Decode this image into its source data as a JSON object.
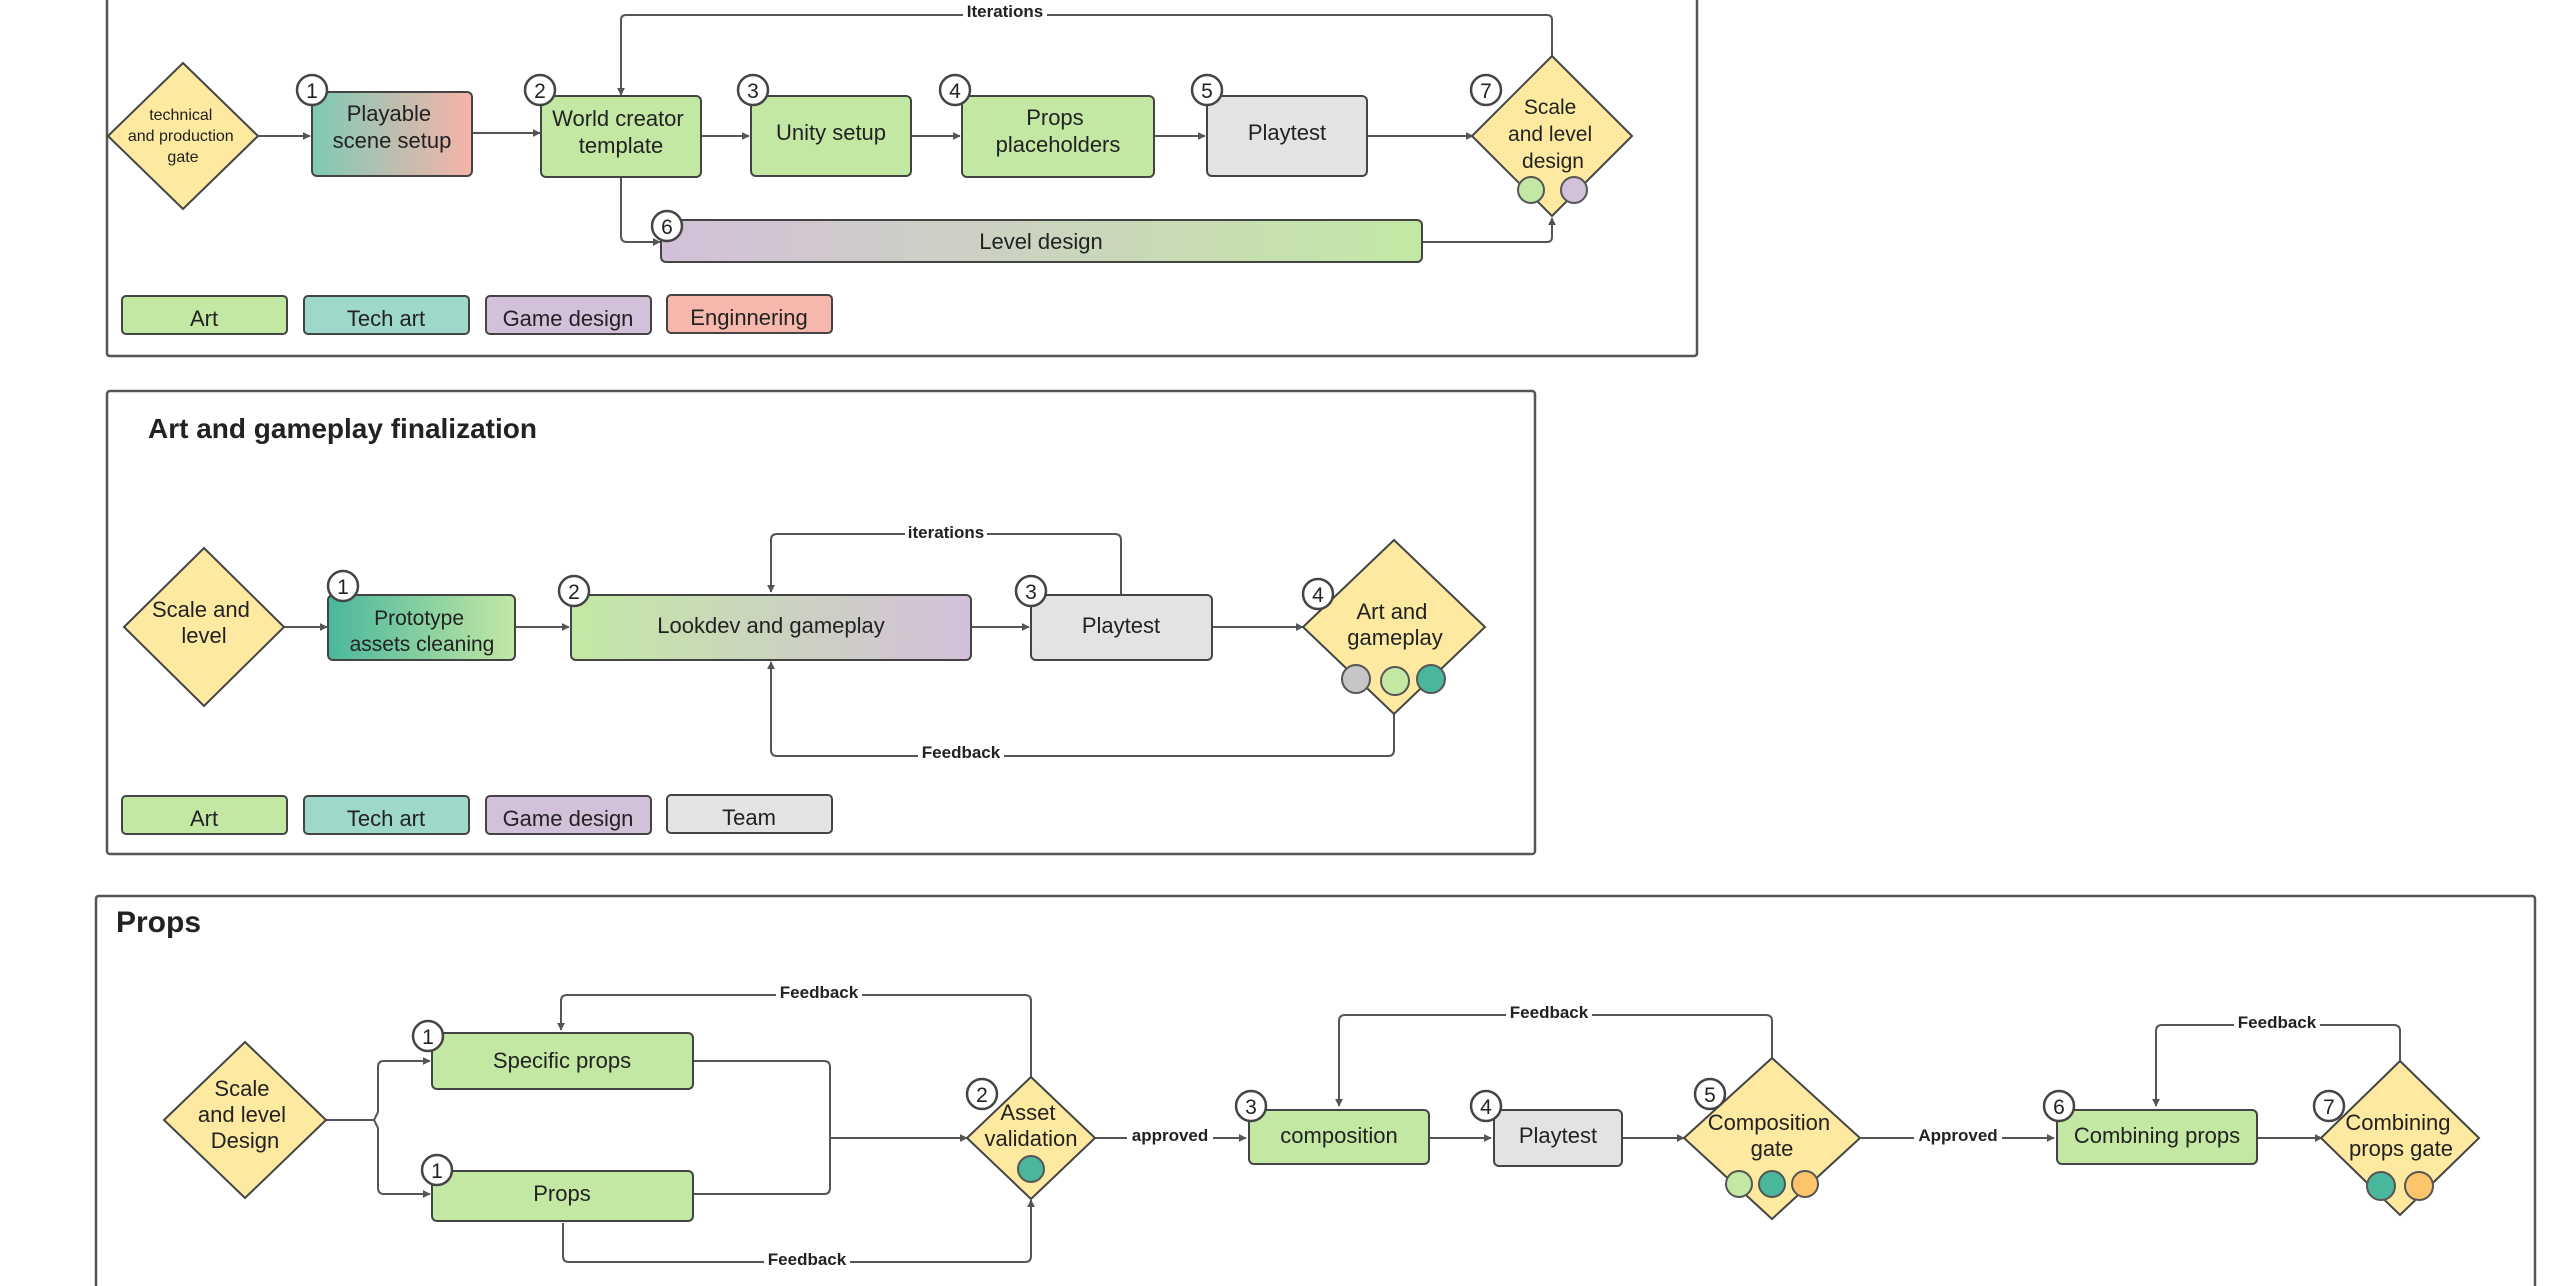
{
  "colors": {
    "art": "#c3e8a4",
    "tech_art": "#9ed8cb",
    "game_design": "#d3c0d9",
    "engineering": "#f6b7ad",
    "team": "#e3e3e3",
    "gate": "#fde9a0",
    "teal": "#4ab79c",
    "orange": "#fcc46b",
    "grey": "#c6c6c6",
    "line": "#555555"
  },
  "sections": {
    "top": {
      "nodes": {
        "gate_start": [
          "technical",
          "and production",
          "gate"
        ],
        "playable": [
          "Playable",
          "scene setup"
        ],
        "world_creator": [
          "World creator",
          "template"
        ],
        "unity": [
          "Unity setup"
        ],
        "props_placeholders": [
          "Props",
          "placeholders"
        ],
        "playtest": [
          "Playtest"
        ],
        "scale_gate": [
          "Scale",
          "and level",
          "design"
        ],
        "level_design": [
          "Level design"
        ]
      },
      "numbers": {
        "playable": "1",
        "world_creator": "2",
        "unity": "3",
        "props_placeholders": "4",
        "playtest": "5",
        "level_design": "6",
        "scale_gate": "7"
      },
      "edge_labels": {
        "iterations": "Iterations"
      },
      "legend": [
        "Art",
        "Tech art",
        "Game design",
        "Enginnering"
      ]
    },
    "finalization": {
      "title": "Art and gameplay finalization",
      "nodes": {
        "gate_start": [
          "Scale and",
          "level"
        ],
        "prototype": [
          "Prototype",
          "assets cleaning"
        ],
        "lookdev": [
          "Lookdev and gameplay"
        ],
        "playtest": [
          "Playtest"
        ],
        "gate_end": [
          "Art and",
          "gameplay"
        ]
      },
      "numbers": {
        "prototype": "1",
        "lookdev": "2",
        "playtest": "3",
        "gate_end": "4"
      },
      "edge_labels": {
        "iterations": "iterations",
        "feedback": "Feedback"
      },
      "legend": [
        "Art",
        "Tech art",
        "Game design",
        "Team"
      ]
    },
    "props": {
      "title": "Props",
      "nodes": {
        "gate_start": [
          "Scale",
          "and level",
          "Design"
        ],
        "specific_props": [
          "Specific props"
        ],
        "props": [
          "Props"
        ],
        "asset_validation": [
          "Asset",
          "validation"
        ],
        "composition": [
          "composition"
        ],
        "playtest": [
          "Playtest"
        ],
        "composition_gate": [
          "Composition",
          "gate"
        ],
        "combining_props": [
          "Combining props"
        ],
        "combining_gate": [
          "Combining",
          "props gate"
        ]
      },
      "numbers": {
        "specific_props": "1",
        "props": "1",
        "asset_validation": "2",
        "composition": "3",
        "playtest": "4",
        "composition_gate": "5",
        "combining_props": "6",
        "combining_gate": "7"
      },
      "edge_labels": {
        "feedback": "Feedback",
        "approved": "approved",
        "approved_caps": "Approved"
      }
    }
  }
}
